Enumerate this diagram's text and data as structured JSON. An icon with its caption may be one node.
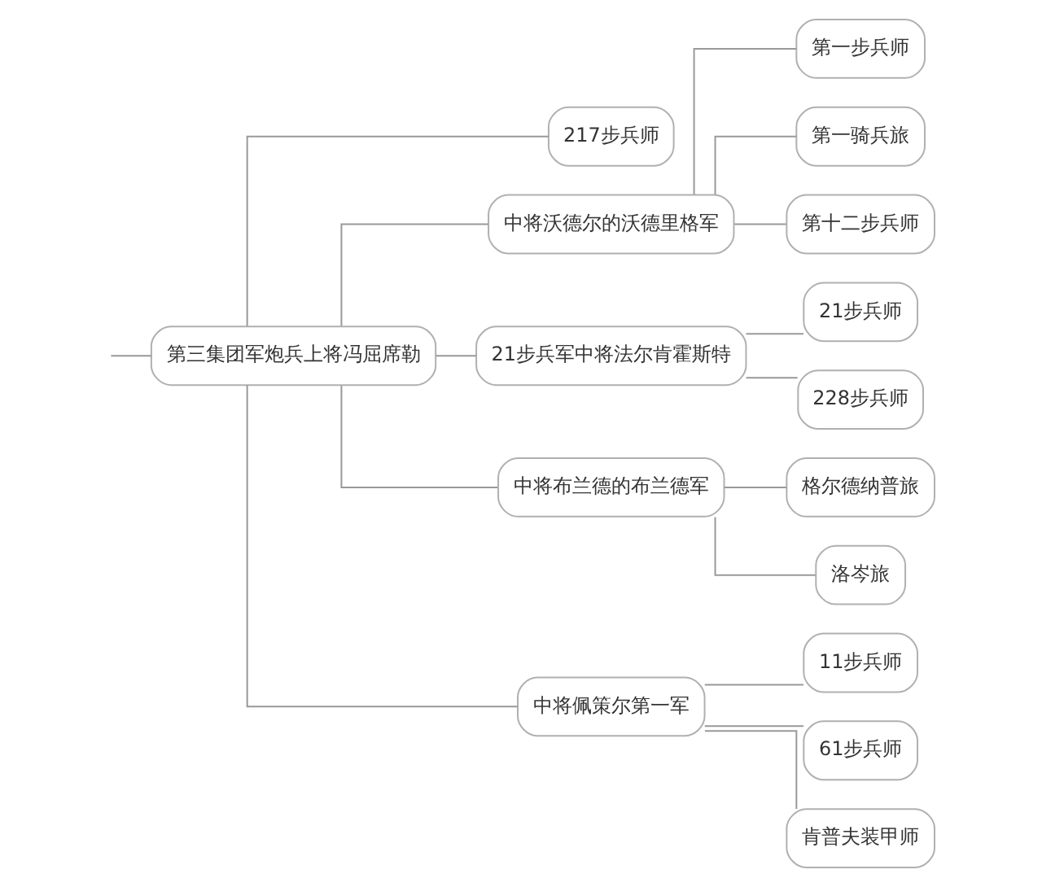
{
  "diagram": {
    "nodes": [
      {
        "text": [
          "第三集团军炮兵上将冯屈席勒"
        ]
      },
      {
        "text": [
          "217步兵师"
        ]
      },
      {
        "text": [
          "中将沃德尔的沃德里格军"
        ]
      },
      {
        "text": [
          "第一步兵师"
        ]
      },
      {
        "text": [
          "第一骑兵旅"
        ]
      },
      {
        "text": [
          "第十二步兵师"
        ]
      },
      {
        "text": [
          "21步兵军中将法尔肯霍斯特"
        ]
      },
      {
        "text": [
          "21步兵师"
        ]
      },
      {
        "text": [
          "228步兵师"
        ]
      },
      {
        "text": [
          "中将布兰德的布兰德军"
        ]
      },
      {
        "text": [
          "格尔德纳普旅"
        ]
      },
      {
        "text": [
          "洛岑旅"
        ]
      },
      {
        "text": [
          "中将佩策尔第一军"
        ]
      },
      {
        "text": [
          "11步兵师"
        ]
      },
      {
        "text": [
          "61步兵师"
        ]
      },
      {
        "text": [
          "肯普夫装甲师"
        ]
      }
    ],
    "edges": [
      {
        "from": null,
        "to": 0,
        "arrow": "none"
      },
      {
        "from": 0,
        "to": 1,
        "arrow": "none"
      },
      {
        "from": 0,
        "to": 2,
        "arrow": "none"
      },
      {
        "from": 2,
        "to": 3,
        "arrow": "none"
      },
      {
        "from": 2,
        "to": 4,
        "arrow": "none"
      },
      {
        "from": 2,
        "to": 5,
        "arrow": "none"
      },
      {
        "from": 0,
        "to": 6,
        "arrow": "none"
      },
      {
        "from": 6,
        "to": 7,
        "arrow": "none"
      },
      {
        "from": 6,
        "to": 8,
        "arrow": "none"
      },
      {
        "from": 0,
        "to": 9,
        "arrow": "none"
      },
      {
        "from": 9,
        "to": 10,
        "arrow": "none"
      },
      {
        "from": 9,
        "to": 11,
        "arrow": "none"
      },
      {
        "from": 0,
        "to": 12,
        "arrow": "none"
      },
      {
        "from": 12,
        "to": 13,
        "arrow": "none"
      },
      {
        "from": 12,
        "to": 14,
        "arrow": "none"
      },
      {
        "from": 12,
        "to": 15,
        "arrow": "none"
      }
    ]
  }
}
